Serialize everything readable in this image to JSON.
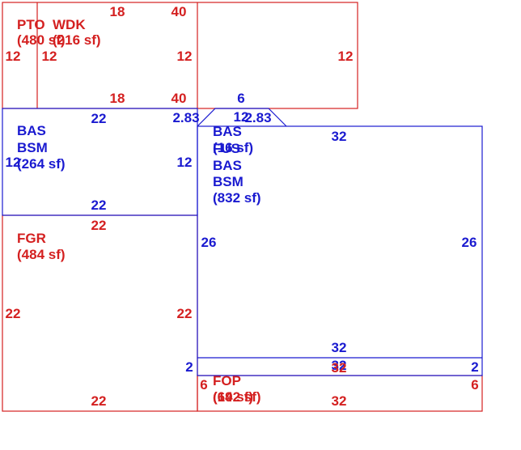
{
  "colors": {
    "red": "#d42020",
    "blue": "#1a1ad0"
  },
  "areas": {
    "pto": {
      "name": "PTO",
      "size": "(480 sf)",
      "color": "red"
    },
    "wdk": {
      "name": "WDK",
      "size": "(216 sf)",
      "color": "red"
    },
    "bas_bsm_left": {
      "name1": "BAS",
      "name2": "BSM",
      "size": "(264 sf)",
      "color": "blue"
    },
    "fgr": {
      "name": "FGR",
      "size": "(484 sf)",
      "color": "red"
    },
    "bas_fus_bas_bsm": {
      "name1": "BAS",
      "size1": "(16 sf)",
      "name2": "FUS",
      "name3": "BAS",
      "name4": "BSM",
      "size2": "(832 sf)",
      "color": "blue"
    },
    "fop": {
      "name": "FOP",
      "size": "(192 sf)",
      "size_overlap": "(64 sf)",
      "color": "red"
    }
  },
  "dimensions": {
    "pto_top": "18",
    "wdk_top": "40",
    "pto_left": "12",
    "pto_inner_left": "12",
    "wdk_left_inner": "12",
    "wdk_right": "12",
    "pto_bottom": "18",
    "wdk_bottom": "40",
    "bay_top": "6",
    "bay_diag_left": "2.83",
    "bay_front": "12",
    "bay_diag_right": "2.83",
    "bas_top": "22",
    "bas_left": "12",
    "bas_right": "12",
    "bas_bottom": "22",
    "fgr_top": "22",
    "fgr_left": "22",
    "fgr_right": "22",
    "fgr_bottom": "22",
    "main_top": "32",
    "main_left": "26",
    "main_right": "26",
    "main_bottom": "32",
    "strip_top": "32",
    "strip_left": "2",
    "strip_right": "2",
    "strip_bottom": "32",
    "fop_left": "6",
    "fop_right": "6",
    "fop_bottom": "32"
  }
}
